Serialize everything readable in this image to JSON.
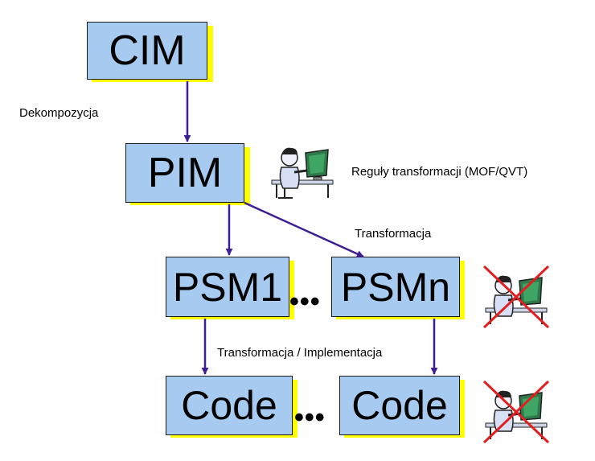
{
  "diagram": {
    "nodes": {
      "cim": "CIM",
      "pim": "PIM",
      "psm1": "PSM1",
      "psmn": "PSMn",
      "code1": "Code",
      "code2": "Code"
    },
    "ellipsis": "•••",
    "labels": {
      "decomposition": "Dekompozycja",
      "rules": "Reguły transformacji (MOF/QVT)",
      "transformation": "Transformacja",
      "transformation_implementation": "Transformacja / Implementacja"
    },
    "colors": {
      "box_fill": "#a6caf0",
      "shadow": "#ffff00",
      "arrow": "#3d1e96",
      "cross": "#e02020"
    },
    "icons": [
      "person-at-computer-icon",
      "crossed-out-person-icon",
      "crossed-out-person-icon"
    ]
  }
}
